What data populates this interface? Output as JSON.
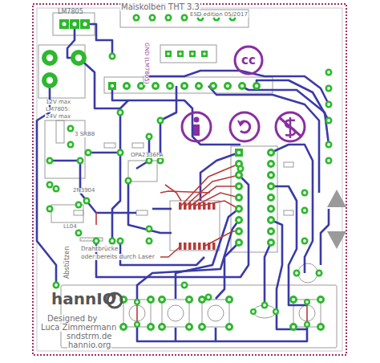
{
  "diagram": {
    "title": "Maiskolben THT 3.3",
    "labels": [
      "LM7805",
      "ESD edition 05/2017",
      "GND (LM7805)",
      "12V max",
      "LM7805:",
      "24V max",
      "3 SRB8",
      "2N3904",
      "OPA2336PA",
      "LL04",
      "Abstützen",
      "Drahtbrücke",
      "oder bereits durch Laser",
      "hannIO",
      "Designed by",
      "Luca Zimmermann",
      "sndstrm.de",
      "hannio.org",
      "cc"
    ]
  }
}
